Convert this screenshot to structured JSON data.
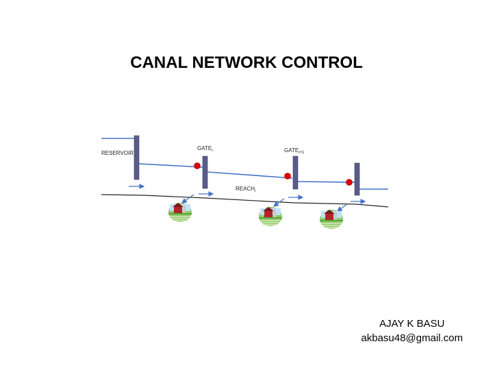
{
  "title": "CANAL NETWORK CONTROL",
  "labels": {
    "reservoir": "RESERVOIR",
    "gate_i": "GATE",
    "gate_i_sub": "i",
    "gate_i1": "GATE",
    "gate_i1_sub": "i+1",
    "reach": "REACH",
    "reach_sub": "i"
  },
  "author": {
    "name": "AJAY K BASU",
    "email": "akbasu48@gmail.com"
  },
  "colors": {
    "water": "#4472c4",
    "gate": "#5a5c8a",
    "valve": "#e00000",
    "ground": "#222222"
  }
}
